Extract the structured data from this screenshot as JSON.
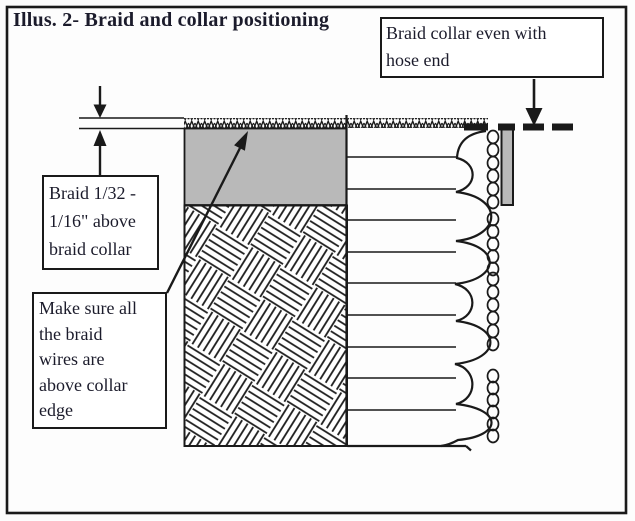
{
  "figure": {
    "title": "Illus. 2- Braid and collar positioning"
  },
  "callouts": {
    "collar_even_with_hose_end": "Braid collar even with\nhose end",
    "braid_above_collar": "Braid 1/32 -\n1/16\" above\nbraid collar",
    "wires_above_collar_edge": "Make sure all\nthe braid\nwires are\nabove collar\nedge"
  },
  "colors": {
    "line": "#1a1a1a",
    "collar_gray": "#b9b9b9",
    "text": "#1b1b2b",
    "background": "#fdfdfd",
    "box_background": "#ffffff"
  }
}
